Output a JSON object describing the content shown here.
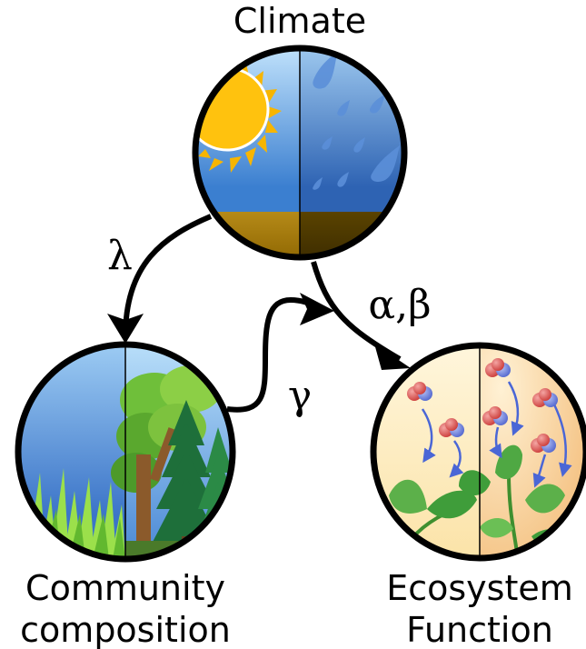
{
  "nodes": {
    "climate": {
      "label": "Climate"
    },
    "community": {
      "label_line1": "Community",
      "label_line2": "composition"
    },
    "ecosystem": {
      "label_line1": "Ecosystem",
      "label_line2": "Function"
    }
  },
  "edges": {
    "climate_to_community": {
      "label": "λ"
    },
    "climate_to_ecosystem": {
      "label": "α,β"
    },
    "community_to_ecosystem": {
      "label": "γ"
    }
  },
  "icons": {
    "climate": "sun-and-rain-icon",
    "community": "grass-and-forest-icon",
    "ecosystem": "plants-and-molecules-icon"
  },
  "colors": {
    "sun": "#ffc20e",
    "sky_top": "#a9d4f5",
    "sky_bottom": "#3f7fcc",
    "rain_drop": "#5b8fd9",
    "soil": "#a67c00",
    "forest_green": "#2e7d32",
    "leaf_green": "#5bb04a",
    "molecule_red": "#d9534f",
    "molecule_blue": "#6a7fd8",
    "cream_bg": "#fdf0cf"
  }
}
